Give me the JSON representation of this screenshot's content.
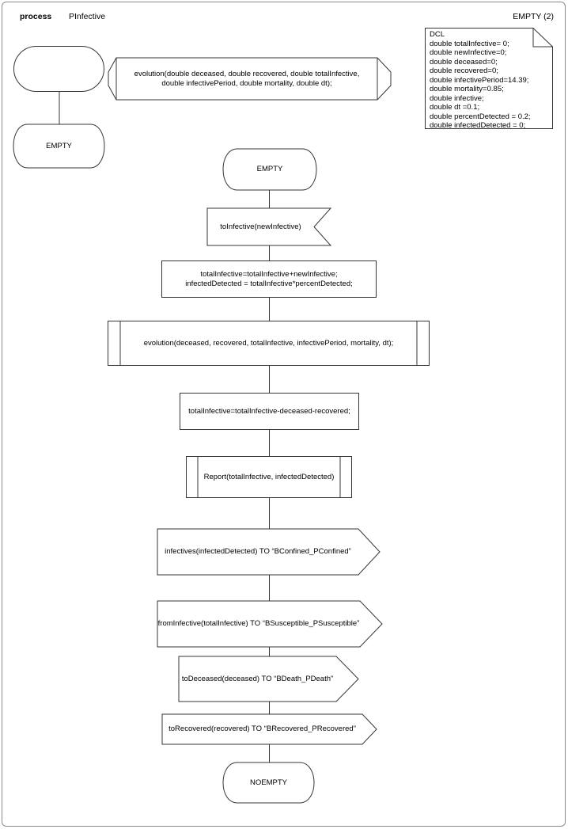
{
  "header": {
    "kind_label": "process",
    "process_name": "PInfective",
    "page_label": "EMPTY (2)"
  },
  "declarations": [
    "DCL",
    "double totalInfective= 0;",
    "double newInfective=0;",
    "double deceased=0;",
    "double recovered=0;",
    "double infectivePeriod=14.39;",
    "double mortality=0.85;",
    "double infective;",
    "double dt =0.1;",
    "double percentDetected = 0.2;",
    "double infectedDetected = 0;"
  ],
  "left_column": {
    "state_label": "EMPTY"
  },
  "procedure_declaration": [
    "evolution(double deceased, double recovered, double totalInfective,",
    "double infectivePeriod, double mortality, double dt);"
  ],
  "flow": {
    "state": "EMPTY",
    "input": "toInfective(newInfective)",
    "task_update": [
      "totalInfective=totalInfective+newInfective;",
      "infectedDetected = totalInfective*percentDetected;"
    ],
    "call_evolution": "evolution(deceased, recovered, totalInfective, infectivePeriod, mortality, dt);",
    "task_subtract": "totalInfective=totalInfective-deceased-recovered;",
    "call_report": "Report(totalInfective, infectedDetected)",
    "output_infectives": "infectives(infectedDetected) TO “BConfined_PConfined”",
    "output_from_infective": "fromInfective(totalInfective) TO “BSusceptible_PSusceptible”",
    "output_to_deceased": "toDeceased(deceased) TO “BDeath_PDeath”",
    "output_to_recovered": "toRecovered(recovered) TO “BRecovered_PRecovered”",
    "next_state": "NOEMPTY"
  }
}
